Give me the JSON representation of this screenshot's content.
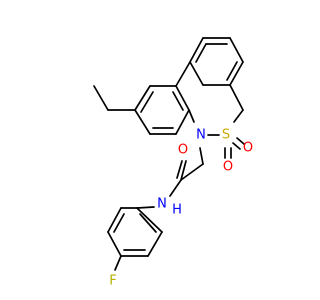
{
  "molecule": {
    "atoms": {
      "nitrogen_ring": {
        "symbol": "N",
        "color": "#0000ff"
      },
      "sulfur": {
        "symbol": "S",
        "color": "#ccaa00"
      },
      "oxygen_sulfonyl_1": {
        "symbol": "O",
        "color": "#ff0000"
      },
      "oxygen_sulfonyl_2": {
        "symbol": "O",
        "color": "#ff0000"
      },
      "oxygen_carbonyl": {
        "symbol": "O",
        "color": "#ff0000"
      },
      "nitrogen_amide": {
        "symbol": "N",
        "color": "#0000ff"
      },
      "hydrogen_amide": {
        "symbol": "H",
        "color": "#0000ff"
      },
      "fluorine": {
        "symbol": "F",
        "color": "#b3b300"
      }
    },
    "bond_color": "#000000"
  }
}
